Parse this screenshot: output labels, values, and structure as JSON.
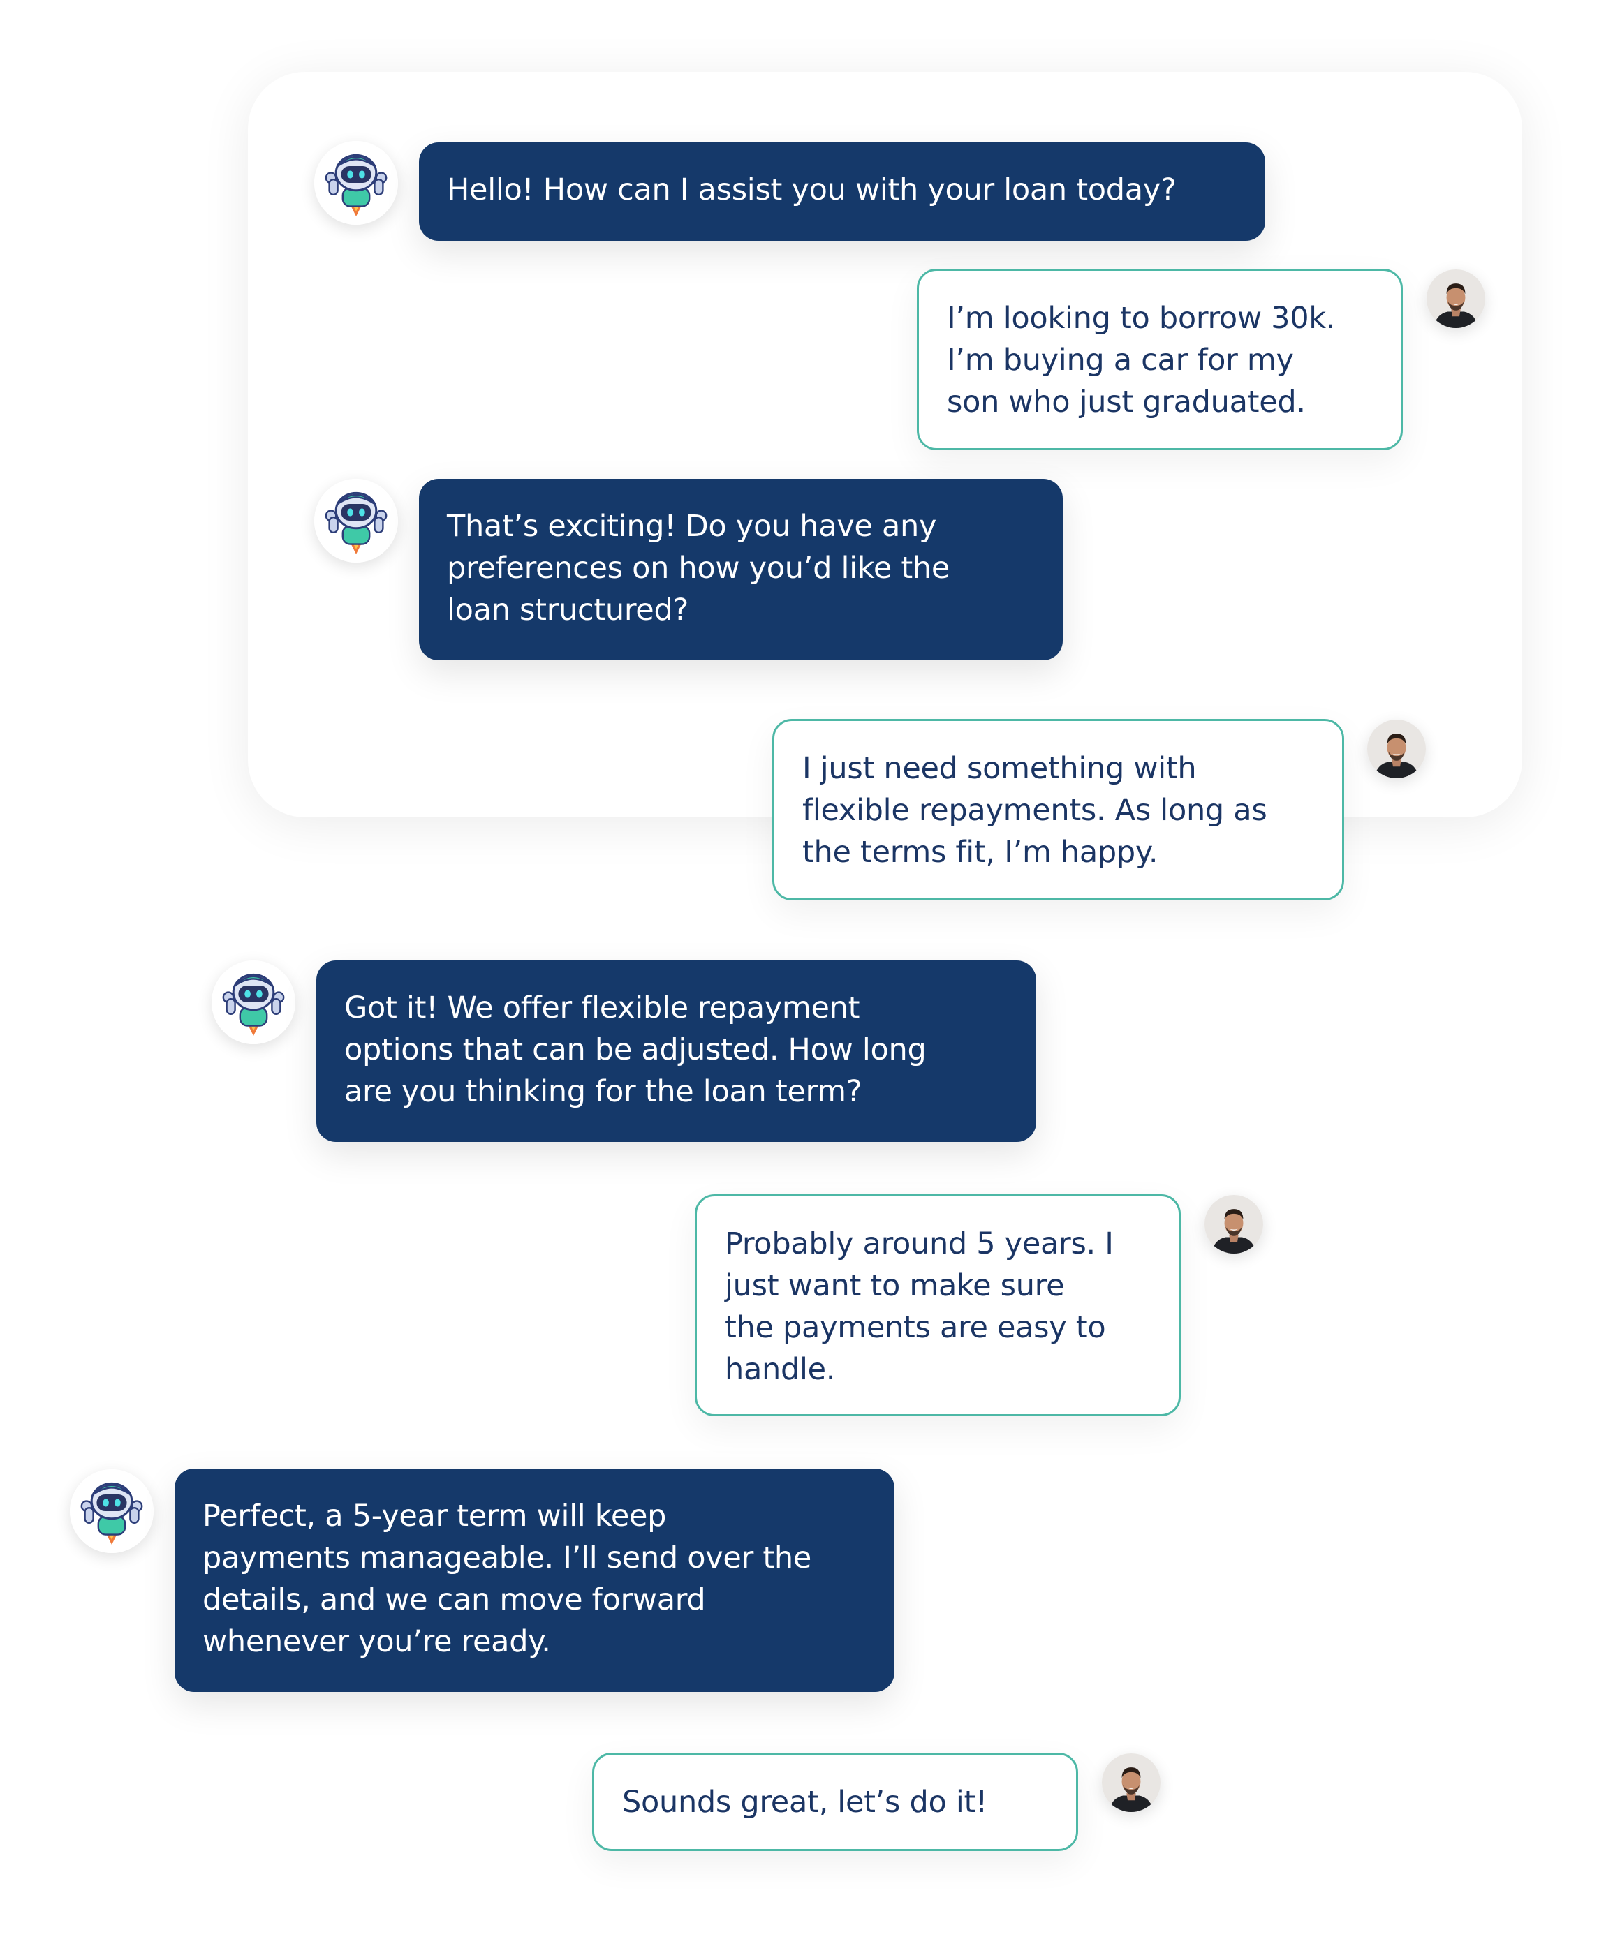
{
  "chat": {
    "messages": [
      {
        "role": "assistant",
        "text": "Hello! How can I assist you with your loan today?"
      },
      {
        "role": "user",
        "text": "I’m looking to borrow 30k.\nI’m buying a car for my\nson who just graduated."
      },
      {
        "role": "assistant",
        "text": "That’s exciting! Do you have any\npreferences on how you’d like the\nloan structured?"
      },
      {
        "role": "user",
        "text": "I just need something with\nflexible repayments. As long as\nthe terms fit, I’m happy."
      },
      {
        "role": "assistant",
        "text": "Got it! We offer flexible repayment\noptions that can be adjusted. How long\nare you thinking for the loan term?"
      },
      {
        "role": "user",
        "text": "Probably around 5 years. I\njust want to make sure\nthe payments are easy to\nhandle."
      },
      {
        "role": "assistant",
        "text": "Perfect, a 5-year term will keep\npayments manageable. I’ll send over the\ndetails, and we can move forward\nwhenever you’re ready."
      },
      {
        "role": "user",
        "text": "Sounds great, let’s do it!"
      }
    ]
  },
  "avatars": {
    "assistant": "robot-icon",
    "user": "user-photo"
  },
  "colors": {
    "assistant_bubble": "#15396a",
    "user_border": "#4db8a6",
    "user_text": "#1b3564"
  }
}
